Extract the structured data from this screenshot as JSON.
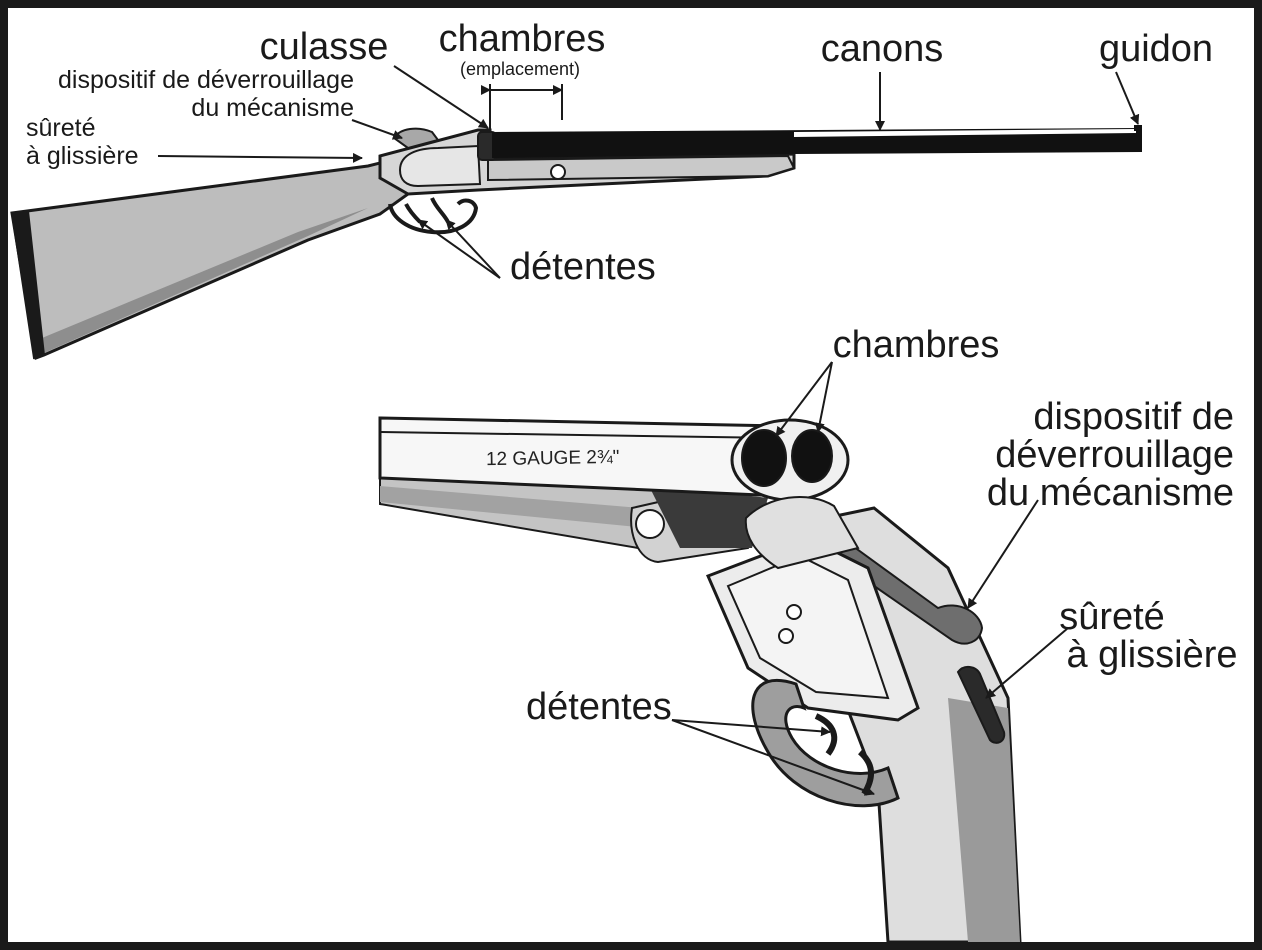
{
  "top_view": {
    "culasse": "culasse",
    "chambres": "chambres",
    "emplacement": "(emplacement)",
    "canons": "canons",
    "guidon": "guidon",
    "deverrouillage_line1": "dispositif de déverrouillage",
    "deverrouillage_line2": "du mécanisme",
    "surete_line1": "sûreté",
    "surete_line2": "à glissière",
    "detentes": "détentes"
  },
  "detail_view": {
    "chambres": "chambres",
    "deverrouillage_line1": "dispositif de",
    "deverrouillage_line2": "déverrouillage",
    "deverrouillage_line3": "du mécanisme",
    "surete_line1": "sûreté",
    "surete_line2": "à glissière",
    "detentes": "détentes",
    "barrel_marking": "12 GAUGE 2¾\""
  },
  "colors": {
    "ink": "#1a1a1a",
    "stock_gray": "#b8b8b8",
    "light_gray": "#dcdcdc",
    "dark_gray": "#8a8a8a",
    "barrel_black": "#111111"
  }
}
